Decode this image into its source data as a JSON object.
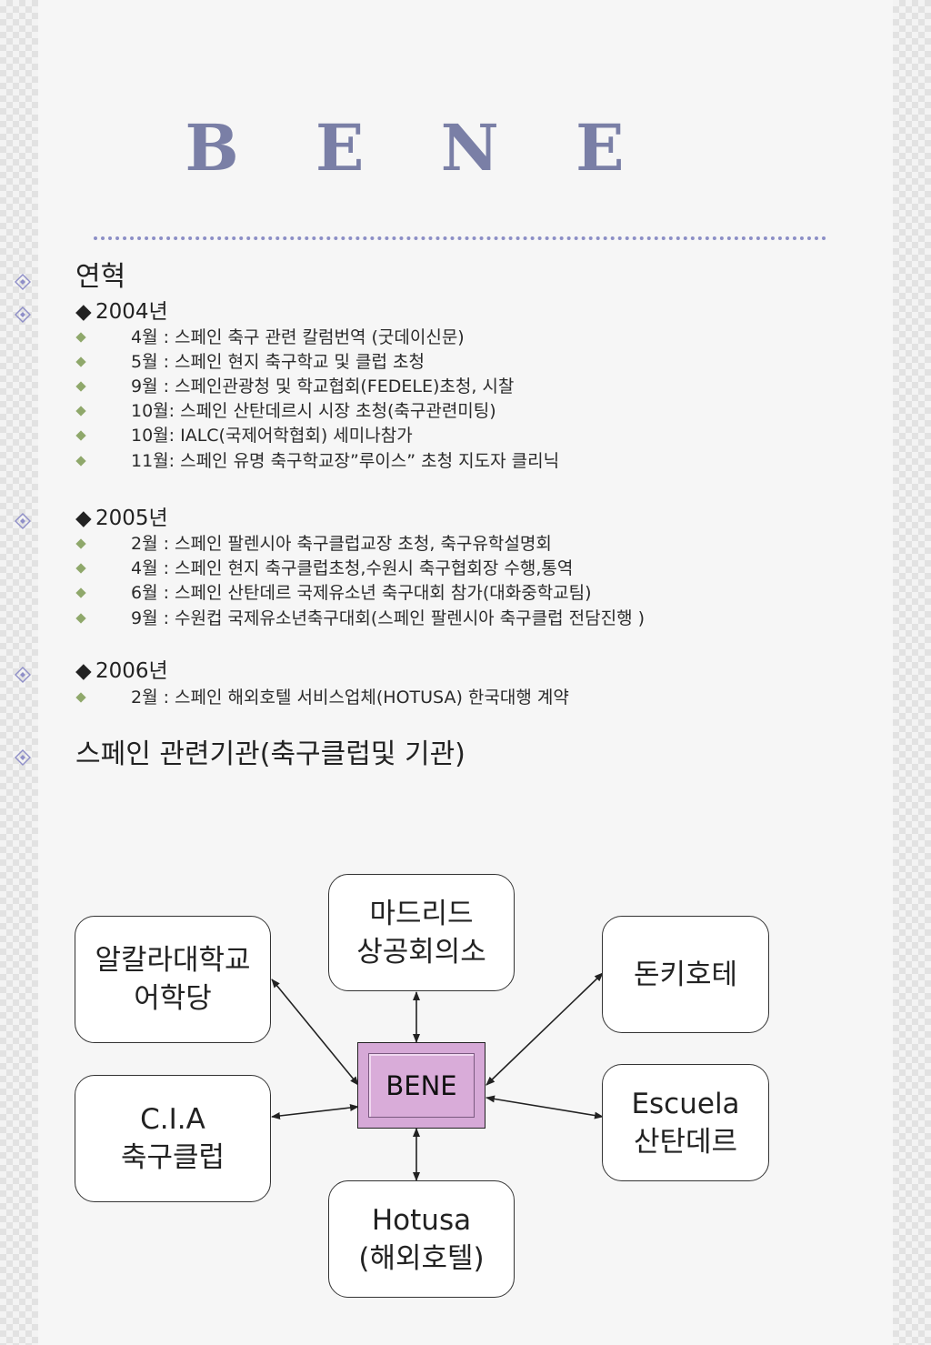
{
  "title": "B E N E",
  "sections": {
    "history": "연혁",
    "partners": "스페인 관련기관(축구클럽및 기관)"
  },
  "years": [
    {
      "label": "2004년",
      "entries": [
        "4월 : 스페인 축구 관련 칼럼번역 (굿데이신문)",
        "5월 : 스페인 현지 축구학교 및 클럽 초청",
        "9월 : 스페인관광청 및 학교협회(FEDELE)초청, 시찰",
        "10월: 스페인 산탄데르시 시장 초청(축구관련미팅)",
        "10월: IALC(국제어학협회) 세미나참가",
        "11월: 스페인 유명 축구학교장”루이스” 초청 지도자 클리닉"
      ]
    },
    {
      "label": "2005년",
      "entries": [
        "2월 : 스페인 팔렌시아 축구클럽교장 초청, 축구유학설명회",
        "4월 : 스페인 현지 축구클럽초청,수원시 축구협회장 수행,통역",
        "6월 : 스페인 산탄데르 국제유소년 축구대회 참가(대화중학교팀)",
        "9월 : 수원컵 국제유소년축구대회(스페인 팔렌시아 축구클럽 전담진행 )"
      ]
    },
    {
      "label": "2006년",
      "entries": [
        "2월 : 스페인 해외호텔 서비스업체(HOTUSA) 한국대행 계약"
      ]
    }
  ],
  "diagram": {
    "center": "BENE",
    "nodes": {
      "madrid": "마드리드\n상공회의소",
      "alcala": "알칼라대학교\n어학당",
      "donquixote": "돈키호테",
      "cia": "C.I.A\n축구클럽",
      "escuela": "Escuela\n산탄데르",
      "hotusa": "Hotusa\n(해외호텔)"
    }
  },
  "colors": {
    "title": "#7a7fa6",
    "divider": "#8c8fc6",
    "center_fill": "#d6a9d7",
    "sub_bullet": "#8fa86b",
    "side_bullet": "#8f8fc8"
  }
}
